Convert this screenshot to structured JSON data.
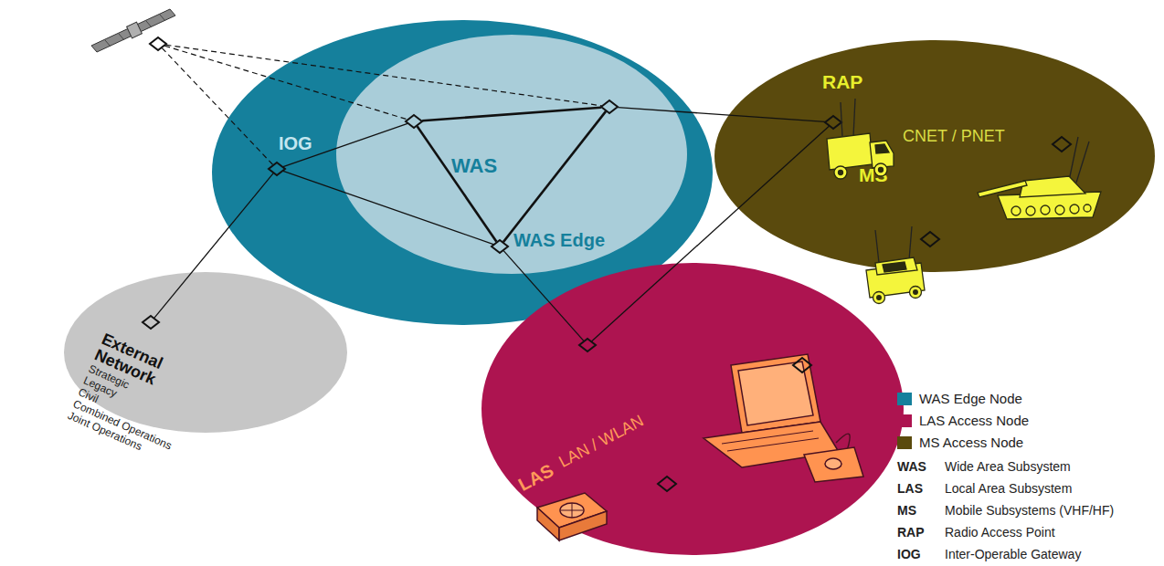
{
  "diagram": {
    "nodes": [
      {
        "text": []
      },
      {
        "text": []
      },
      {
        "text": [
          "IOG"
        ],
        "in": 1
      },
      {
        "text": [
          "WAS"
        ],
        "in": 1
      },
      {
        "text": [],
        "in": 3
      },
      {
        "text": [],
        "in": 3
      },
      {
        "text": [
          "WAS Edge"
        ],
        "in": 3
      },
      {
        "text": [
          "MS",
          "CNET / PNET"
        ]
      },
      {
        "text": [
          "RAP"
        ],
        "in": 7
      },
      {
        "text": [
          "LAS",
          "LAN / WLAN"
        ]
      },
      {
        "text": [],
        "in": 9
      },
      {
        "text": [
          "External Network",
          "Strategic",
          "Legacy",
          "Civil",
          "Combined Operations",
          "Joint Operations"
        ]
      },
      {
        "text": [],
        "in": 11
      }
    ],
    "edges": [
      {
        "from": 0,
        "to": 2,
        "arrow": "none"
      },
      {
        "from": 0,
        "to": 4,
        "arrow": "none"
      },
      {
        "from": 0,
        "to": 5,
        "arrow": "none"
      },
      {
        "from": 2,
        "to": 4,
        "arrow": "none"
      },
      {
        "from": 2,
        "to": 6,
        "arrow": "none"
      },
      {
        "from": 4,
        "to": 5,
        "arrow": "none"
      },
      {
        "from": 5,
        "to": 6,
        "arrow": "none"
      },
      {
        "from": 6,
        "to": 4,
        "arrow": "none"
      },
      {
        "from": 2,
        "to": 12,
        "arrow": "none"
      },
      {
        "from": 5,
        "to": 8,
        "arrow": "none"
      },
      {
        "from": 6,
        "to": 10,
        "arrow": "none"
      },
      {
        "from": 8,
        "to": 10,
        "arrow": "none"
      }
    ],
    "labels": [
      "WAS",
      "Wide Area Subsystem",
      "LAS",
      "Local Area Subsystem",
      "MS",
      "Mobile Subsystems (VHF/HF)",
      "RAP",
      "Radio Access Point",
      "IOG",
      "Inter-Operable Gateway"
    ],
    "legend": [
      {
        "text": "WAS Edge Node",
        "color": "#15809c"
      },
      {
        "text": "LAS Access Node",
        "color": "#ad1450"
      },
      {
        "text": "MS Access Node",
        "color": "#5a4a0d"
      }
    ]
  }
}
